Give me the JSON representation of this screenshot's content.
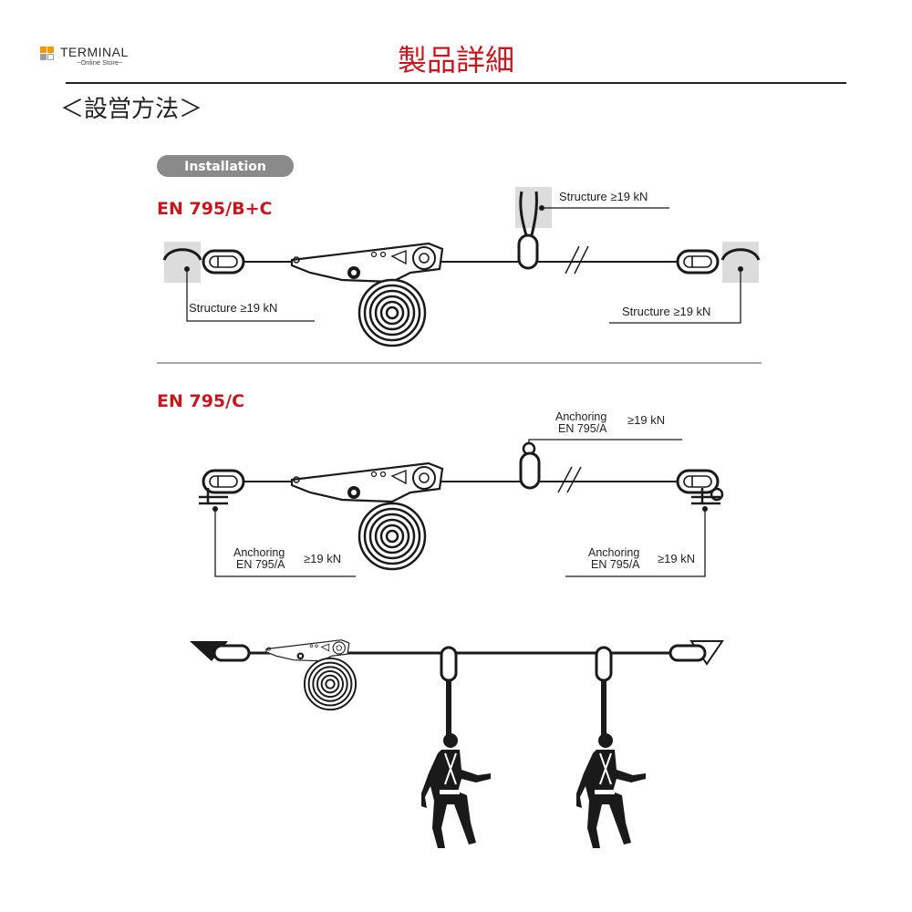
{
  "header": {
    "logo_name": "TERMINAL",
    "logo_sub": "~Online Store~",
    "page_title": "製品詳細",
    "section_title": "＜設営方法＞"
  },
  "diagram": {
    "badge": "Installation",
    "panel_bc": {
      "heading": "EN 795/B+C",
      "label_left": "Structure ≥19 kN",
      "label_top": "Structure ≥19 kN",
      "label_right": "Structure ≥19 kN"
    },
    "panel_c": {
      "heading": "EN 795/C",
      "anchor_line1": "Anchoring",
      "anchor_line2": "EN 795/A",
      "anchor_value": "≥19 kN"
    }
  },
  "colors": {
    "accent_red": "#c8161d",
    "badge_grey": "#8a8a8a",
    "structure_grey": "#dcdcdc",
    "logo_orange": "#f39800",
    "logo_grey": "#9e9e9e"
  }
}
